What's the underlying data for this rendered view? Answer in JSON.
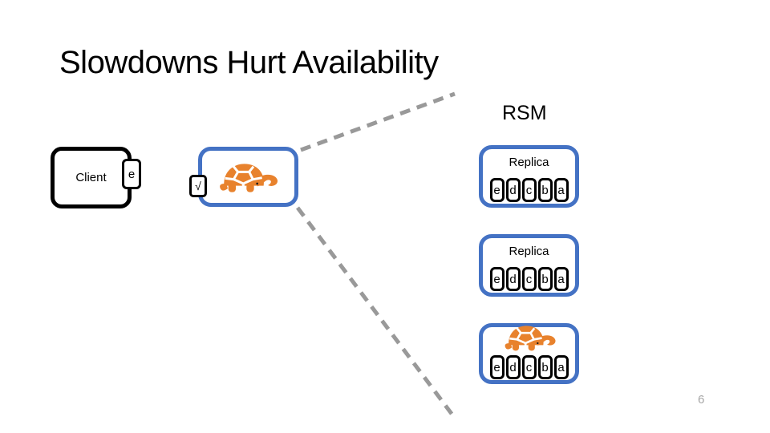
{
  "slide": {
    "title": "Slowdowns Hurt Availability",
    "rsm_label": "RSM",
    "page_number": "6",
    "client": {
      "label": "Client",
      "request_cell": "e"
    },
    "slow_node": {
      "icon": "turtle-icon",
      "check_label": "√"
    },
    "replicas": [
      {
        "label": "Replica",
        "cells": [
          "e",
          "d",
          "c",
          "b",
          "a"
        ]
      },
      {
        "label": "Replica",
        "cells": [
          "e",
          "d",
          "c",
          "b",
          "a"
        ]
      },
      {
        "icon": "turtle-icon",
        "cells": [
          "e",
          "d",
          "c",
          "b",
          "a"
        ]
      }
    ],
    "colors": {
      "accent_blue": "#4472C4",
      "accent_orange": "#E8822D",
      "dash_gray": "#999999",
      "page_gray": "#A6A6A6"
    }
  }
}
